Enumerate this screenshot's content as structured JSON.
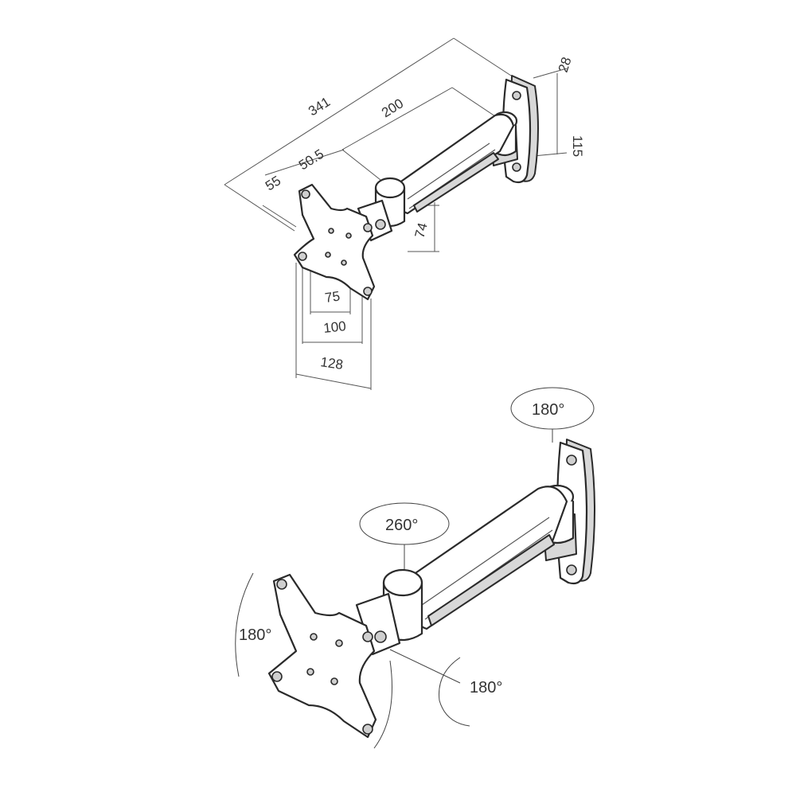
{
  "dimensions": {
    "overall_length": "341",
    "arm_length": "200",
    "plate_offset": "55",
    "joint_offset": "50.5",
    "wall_plate_depth": "28",
    "wall_plate_height": "115",
    "joint_height": "74",
    "vesa_75": "75",
    "vesa_100": "100",
    "plate_width": "128"
  },
  "rotation": {
    "wall_swivel": "180°",
    "arm_swivel": "260°",
    "screen_rotation": "180°",
    "screen_tilt": "180°"
  }
}
